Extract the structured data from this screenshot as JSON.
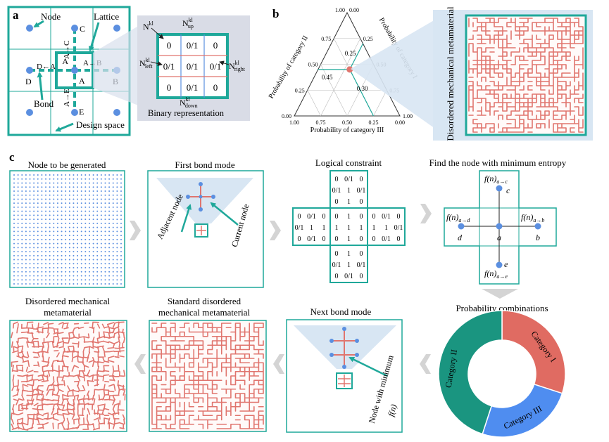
{
  "panel_a": {
    "label": "a",
    "node_label": "Node",
    "lattice_label": "Lattice",
    "bond_label": "Bond",
    "design_space_label": "Design space",
    "nodes": {
      "A": "A",
      "B": "B",
      "C": "C",
      "D": "D",
      "E": "E"
    },
    "arrows": {
      "a_b": "A→B",
      "d_a": "D←A",
      "a_c": "A→C",
      "a_e": "A→E"
    },
    "n_labels": {
      "top": "N",
      "up": "N",
      "left": "N",
      "right": "N",
      "down": "N"
    },
    "n_sup": "kl",
    "n_subs": {
      "up": "up",
      "left": "left",
      "right": "right",
      "down": "down"
    },
    "matrix": [
      [
        "0",
        "0/1",
        "0"
      ],
      [
        "0/1",
        "0/1",
        "0/1"
      ],
      [
        "0",
        "0/1",
        "0"
      ]
    ],
    "caption": "Binary representation"
  },
  "panel_b": {
    "label": "b",
    "axis_left": "Probability of category II",
    "axis_right": "Probability of category I",
    "axis_bottom": "Probability of category III",
    "top_ticks": [
      "1.00",
      "0.00"
    ],
    "left_ticks": [
      "0.75",
      "0.50",
      "0.25",
      "0.00"
    ],
    "right_ticks": [
      "0.25",
      "0.50",
      "0.75",
      "1.00"
    ],
    "bottom_ticks": [
      "1.00",
      "0.75",
      "0.50",
      "0.25",
      "0.00"
    ],
    "point_values": [
      "0.25",
      "0.45",
      "0.30"
    ],
    "side_text": "Disordered mechanical metamaterial",
    "point": {
      "I": 0.3,
      "II": 0.45,
      "III": 0.25
    }
  },
  "panel_c": {
    "label": "c",
    "titles": {
      "node_generated": "Node to be generated",
      "first_bond": "First bond mode",
      "logical": "Logical constraint",
      "min_entropy": "Find the node with minimum entropy",
      "disordered": [
        "Disordered mechanical",
        "metamaterial"
      ],
      "standard": [
        "Standard disordered",
        "mechanical metamaterial"
      ],
      "next_bond": "Next bond mode",
      "prob_comb": "Probability combinations"
    },
    "adjacent_node": "Adjacent node",
    "current_node": "Current node",
    "node_min": "Node with minimum",
    "node_min_fn": "f(n)",
    "entropy_nodes": {
      "a": "a",
      "b": "b",
      "c": "c",
      "d": "d",
      "e": "e"
    },
    "entropy_labels": {
      "c": {
        "f": "f(n)",
        "sub": "a→c"
      },
      "d": {
        "f": "f(n)",
        "sub": "a→d"
      },
      "b": {
        "f": "f(n)",
        "sub": "a→b"
      },
      "e": {
        "f": "f(n)",
        "sub": "a→e"
      }
    },
    "constraint_cells": {
      "center": [
        [
          "0",
          "1",
          "0"
        ],
        [
          "1",
          "1",
          "1"
        ],
        [
          "0",
          "1",
          "0"
        ]
      ],
      "top": [
        [
          "0",
          "0/1",
          "0"
        ],
        [
          "0/1",
          "1",
          "0/1"
        ],
        [
          "0",
          "1",
          "0"
        ]
      ],
      "bottom": [
        [
          "0",
          "1",
          "0"
        ],
        [
          "0/1",
          "1",
          "0/1"
        ],
        [
          "0",
          "0/1",
          "0"
        ]
      ],
      "left": [
        [
          "0",
          "0/1",
          "0"
        ],
        [
          "0/1",
          "1",
          "1"
        ],
        [
          "0",
          "0/1",
          "0"
        ]
      ],
      "right": [
        [
          "0",
          "0/1",
          "0"
        ],
        [
          "1",
          "1",
          "0/1"
        ],
        [
          "0",
          "0/1",
          "0"
        ]
      ]
    },
    "donut": [
      {
        "name": "Category I",
        "value": 0.3,
        "color": "#e06b62"
      },
      {
        "name": "Category III",
        "value": 0.25,
        "color": "#4f8df0"
      },
      {
        "name": "Category II",
        "value": 0.45,
        "color": "#1a9580"
      }
    ]
  },
  "colors": {
    "teal": "#1fa89a",
    "teal_dark": "#12897d",
    "blue": "#5b8fe0",
    "red": "#e0756e",
    "shade": "#d8e6f3",
    "gray": "#c8c8c8"
  }
}
